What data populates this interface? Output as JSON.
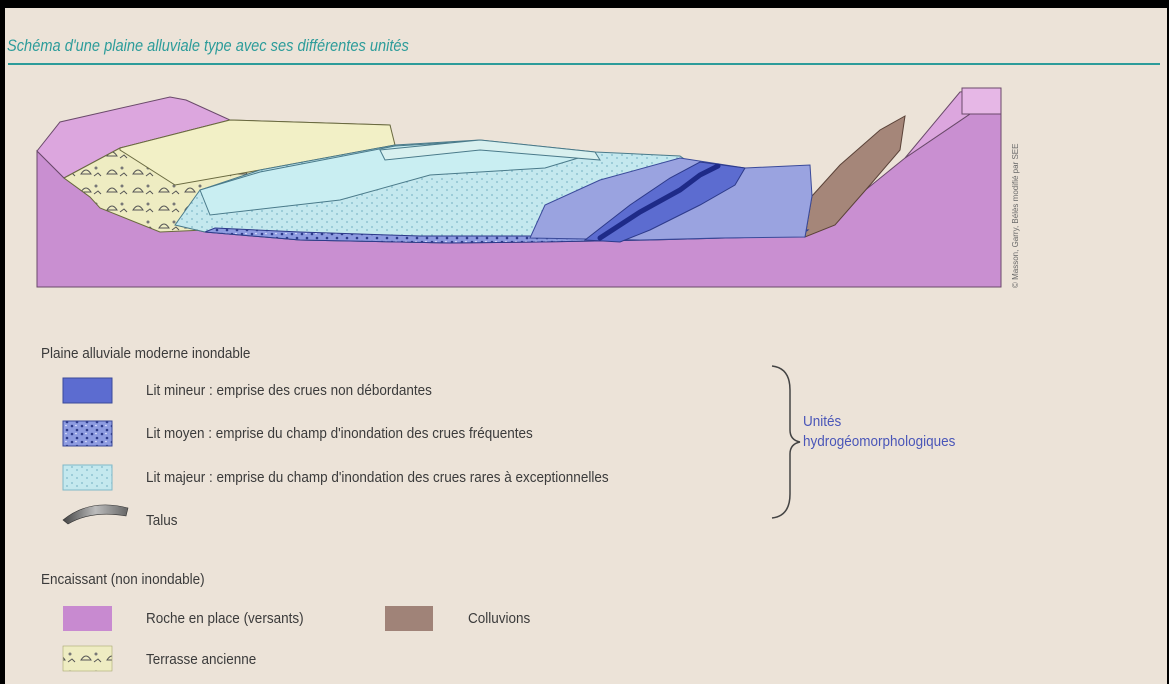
{
  "title": "Schéma d'une plaine alluviale type avec ses différentes unités",
  "credit": "© Masson, Garry, Bélès modifié par SEE",
  "colors": {
    "background": "#ece3d8",
    "title": "#2c9c9a",
    "lit_mineur": "#5c6cd0",
    "lit_moyen": "#8a98de",
    "lit_majeur": "#bfe6ec",
    "roche": "#c88ad0",
    "colluvions": "#a08378",
    "terrasse": "#ecebbd",
    "units_text": "#4a56b8"
  },
  "legend": {
    "section1_heading": "Plaine alluviale moderne inondable",
    "items": [
      {
        "label": "Lit mineur : emprise des crues non débordantes"
      },
      {
        "label": "Lit moyen : emprise du champ d'inondation des crues fréquentes"
      },
      {
        "label": "Lit majeur : emprise du champ d'inondation des crues rares à exceptionnelles"
      },
      {
        "label": "Talus"
      }
    ],
    "units_line1": "Unités",
    "units_line2": "hydrogéomorphologiques",
    "section2_heading": "Encaissant (non inondable)",
    "roche": "Roche en place (versants)",
    "colluvions": "Colluvions",
    "terrasse": "Terrasse ancienne"
  }
}
